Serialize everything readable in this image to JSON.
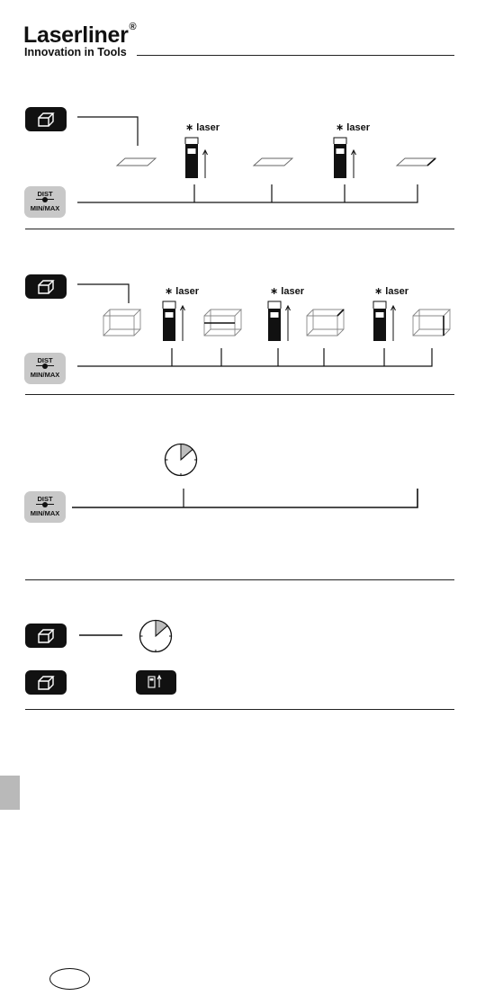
{
  "header": {
    "brand": "Laserliner",
    "brand_mark": "®",
    "tagline": "Innovation in Tools"
  },
  "buttons": {
    "dist_line1": "DIST",
    "dist_line2": "MIN/MAX"
  },
  "labels": {
    "laser": "laser",
    "laser_star": "∗"
  },
  "icons": {
    "area_volume": "area-volume-icon",
    "timer": "timer-icon",
    "laser_device": "laser-device-icon"
  },
  "colors": {
    "dark_button": "#111111",
    "dist_button": "#c8c8c8",
    "side_tab": "#b9b9b9",
    "timer_sector": "#bdbdbd"
  }
}
